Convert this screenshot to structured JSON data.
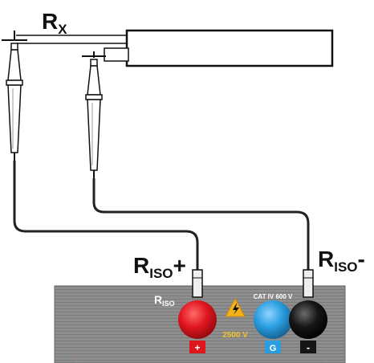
{
  "labels": {
    "rx": {
      "main": "R",
      "sub": "X",
      "suffix": ""
    },
    "riso_plus": {
      "main": "R",
      "sub": "ISO",
      "suffix": "+"
    },
    "riso_minus": {
      "main": "R",
      "sub": "ISO",
      "suffix": "-"
    }
  },
  "panel": {
    "riso": {
      "main": "R",
      "sub": "ISO"
    },
    "category": "CAT IV 600 V",
    "voltage": "2500 V",
    "socket_plus": "+",
    "socket_g": "G",
    "socket_minus": "-"
  },
  "colors": {
    "panel": "#8a8a8a",
    "socket_red": "#e0161f",
    "socket_blue": "#2a9ee0",
    "socket_black": "#161616",
    "warning": "#f2b21b",
    "voltage_text": "#f2c12a"
  }
}
